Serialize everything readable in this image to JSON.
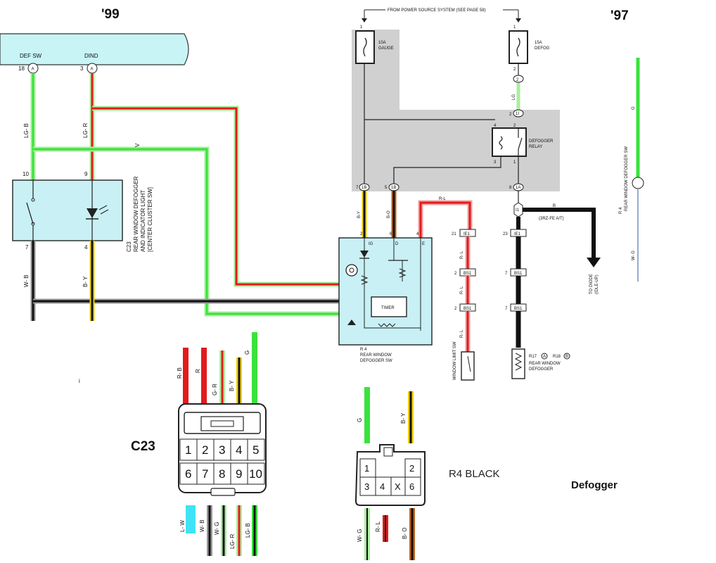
{
  "header": {
    "year_left": "'99",
    "year_right": "'97",
    "source_note": "FROM POWER SOURCE SYSTEM (SEE PAGE 58)"
  },
  "connector_a": {
    "def_sw": "DEF SW",
    "dind": "DIND",
    "pin_18": "18",
    "pin_3": "3",
    "letter": "A"
  },
  "fuses": {
    "gauge": {
      "pin": "1",
      "line1": "10A",
      "line2": "GAUGE"
    },
    "defog": {
      "pin_top": "1",
      "pin_bottom": "2",
      "line1": "15A",
      "line2": "DEFOG"
    }
  },
  "relay": {
    "line1": "DEFOGGER",
    "line2": "RELAY",
    "pins": [
      "4",
      "2",
      "3",
      "1"
    ]
  },
  "c23_switch": {
    "pins": [
      "10",
      "9",
      "7",
      "4"
    ],
    "label1": "C23",
    "label2": "REAR WINDOW DEFOGGER",
    "label3": "AND INDICATOR LIGHT",
    "label4": "[CENTER CLUSTER SW]"
  },
  "r4_switch": {
    "pins": [
      "2",
      "6",
      "4"
    ],
    "terminals": [
      "IG",
      "D",
      "E"
    ],
    "timer": "TIMER",
    "label1": "R 4",
    "label2": "REAR WINDOW",
    "label3": "DEFOGGER SW"
  },
  "wire_labels": {
    "lg_b": "LG- B",
    "lg_r": "LG- R",
    "v": "V",
    "w_b": "W- B",
    "b_y": "B- Y",
    "by2": "B-Y",
    "bo": "B-O",
    "rl_top": "R-L",
    "rl": "R- L",
    "lg": "LG",
    "b": "B",
    "g": "G",
    "w_g": "W- G"
  },
  "connector_codes": {
    "p7": "7",
    "c1b": "1B",
    "p5": "5",
    "c1b2": "1B",
    "p8": "8",
    "c1a": "1A",
    "i1": "I1",
    "p21": "21",
    "ie1": "IE1",
    "p23": "23",
    "ie1b": "IE1",
    "p2a": "2",
    "bs1a": "BS1",
    "p2b": "2",
    "bs1b": "BS1",
    "p7a": "7",
    "bs1c": "BS1",
    "p7b": "7",
    "bs1d": "BS1",
    "p2_relay": "2",
    "p11": "1I",
    "p2_fuse": "2",
    "c2": "2"
  },
  "right_panel": {
    "model_note": "(3RZ-FE A/T)",
    "to_diode1": "TO DIODE",
    "to_diode2": "(IDLE-UP)",
    "rw_sw_label1": "R 4",
    "rw_sw_label2": "REAR WINDOW DEFOGGER SW",
    "rw_limit_sw": "WINDOW LIMIT SW",
    "r17": "R17",
    "r18": "R18",
    "letter_a": "A",
    "letter_b": "B",
    "defogger1": "REAR WINDOW",
    "defogger2": "DEFOGGER"
  },
  "c23_connector": {
    "name": "C23",
    "top_wires": [
      "R- B",
      "R",
      "G- R",
      "B- Y",
      "G"
    ],
    "top_wire_colors": [
      "#e21b1b",
      "#e21b1b",
      "#22c43a",
      "#f1d000",
      "#39e33b"
    ],
    "pins_row1": [
      "1",
      "2",
      "3",
      "4",
      "5"
    ],
    "pins_row2": [
      "6",
      "7",
      "8",
      "9",
      "10"
    ],
    "bottom_wires": [
      "L- W",
      "W- B",
      "W- G",
      "LG- R",
      "LG- B"
    ]
  },
  "r4_connector": {
    "name": "R4  BLACK",
    "top_wires": [
      "G",
      "B- Y"
    ],
    "pins_row1": [
      "1",
      "2"
    ],
    "pins_row2": [
      "3",
      "4",
      "X",
      "6"
    ],
    "bottom_wires": [
      "W- G",
      "R- L",
      "B- O"
    ]
  },
  "footer": {
    "title": "Defogger",
    "marker": "i"
  },
  "colors": {
    "green": "#39e33b",
    "lightgreen": "#a9ee9d",
    "red": "#e21b1b",
    "yellow": "#f1d000",
    "black": "#111111",
    "cyan": "#3fe3f3",
    "switch_fill": "#c8f0f5",
    "shade": "#d0d0d0",
    "header_fill": "#c8f4f6"
  }
}
